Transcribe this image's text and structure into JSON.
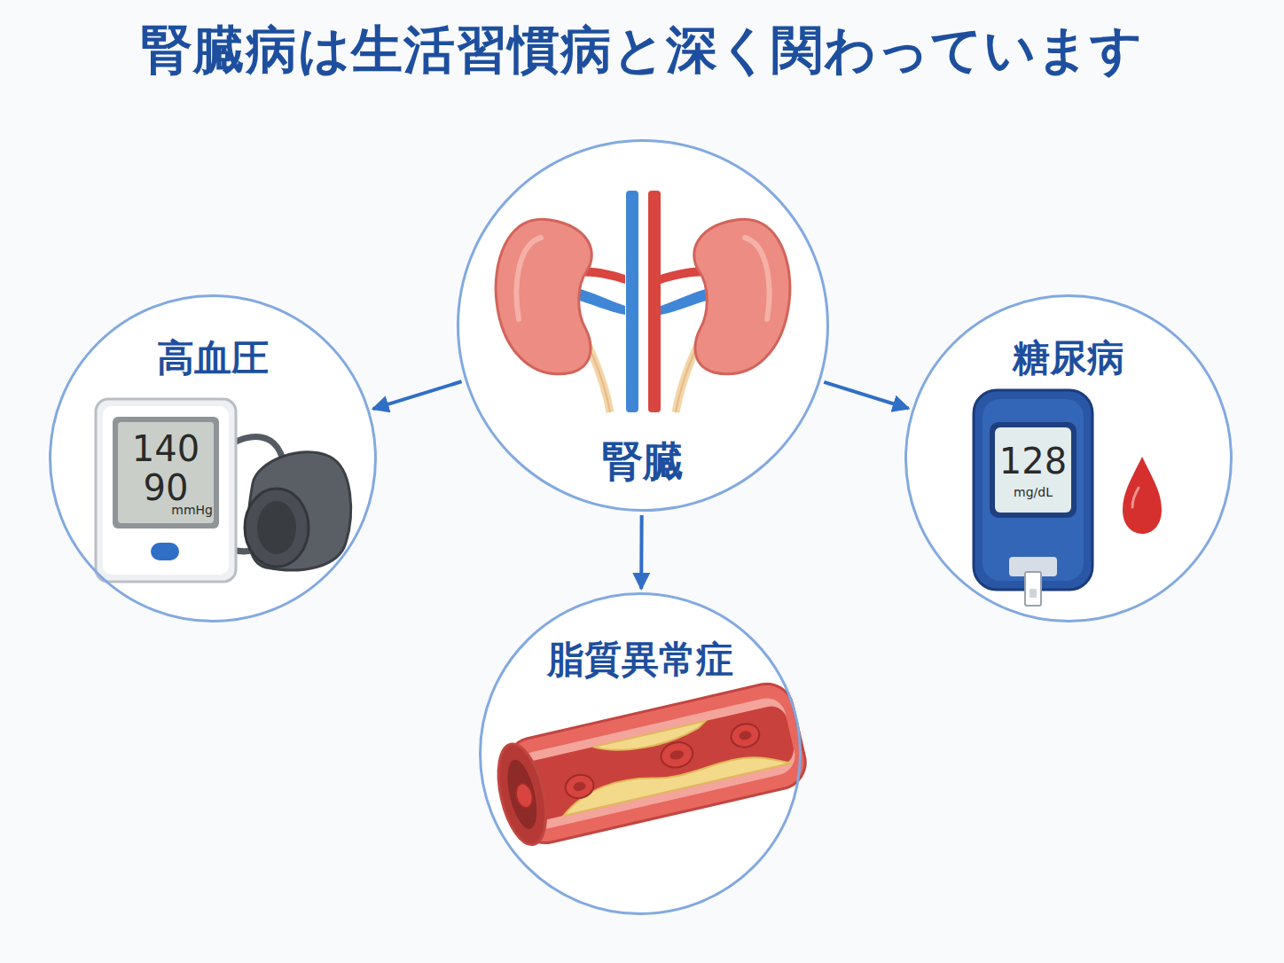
{
  "diagram": {
    "title": "腎臓病は生活習慣病と深く関わっています",
    "nodes": [
      {
        "text": [
          "腎臓"
        ]
      },
      {
        "text": [
          "高血圧"
        ]
      },
      {
        "text": [
          "糖尿病"
        ]
      },
      {
        "text": [
          "脂質異常症"
        ]
      }
    ],
    "edges": [
      {
        "from": 0,
        "to": 1,
        "arrow": "to"
      },
      {
        "from": 0,
        "to": 2,
        "arrow": "to"
      },
      {
        "from": 0,
        "to": 3,
        "arrow": "to"
      }
    ],
    "labels": [
      "140",
      "90",
      "mmHg",
      "128",
      "mg/dL"
    ]
  }
}
